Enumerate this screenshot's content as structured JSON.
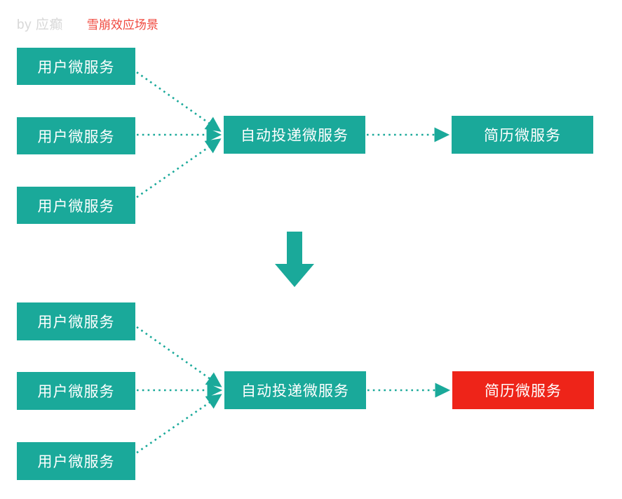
{
  "header": {
    "byline": "by 应癫",
    "title": "雪崩效应场景"
  },
  "colors": {
    "teal": "#1aa99a",
    "red": "#ee2419",
    "byline_gray": "#d8d8d8",
    "title_red": "#f0483e",
    "background": "#ffffff"
  },
  "diagram": {
    "top_section": {
      "sources": [
        {
          "label": "用户微服务"
        },
        {
          "label": "用户微服务"
        },
        {
          "label": "用户微服务"
        }
      ],
      "aggregator": {
        "label": "自动投递微服务"
      },
      "target": {
        "label": "简历微服务",
        "state": "normal"
      }
    },
    "transition": {
      "icon": "down-arrow-icon"
    },
    "bottom_section": {
      "sources": [
        {
          "label": "用户微服务"
        },
        {
          "label": "用户微服务"
        },
        {
          "label": "用户微服务"
        }
      ],
      "aggregator": {
        "label": "自动投递微服务"
      },
      "target": {
        "label": "简历微服务",
        "state": "failed"
      }
    }
  }
}
